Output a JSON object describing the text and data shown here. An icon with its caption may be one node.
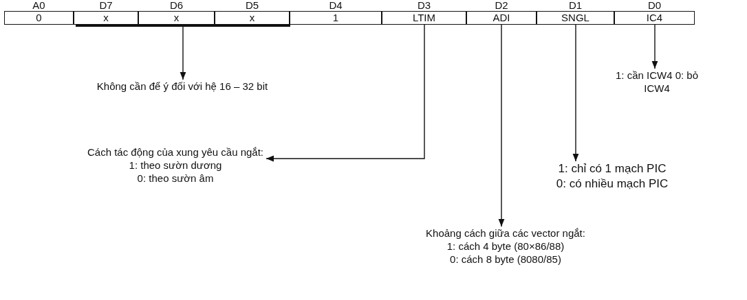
{
  "diagram": {
    "nodes": [
      {
        "text": [
          "A0",
          "0"
        ]
      },
      {
        "text": [
          "D7",
          "x"
        ]
      },
      {
        "text": [
          "D6",
          "x"
        ]
      },
      {
        "text": [
          "D5",
          "x"
        ]
      },
      {
        "text": [
          "D4",
          "1"
        ]
      },
      {
        "text": [
          "D3",
          "LTIM"
        ]
      },
      {
        "text": [
          "D2",
          "ADI"
        ]
      },
      {
        "text": [
          "D1",
          "SNGL"
        ]
      },
      {
        "text": [
          "D0",
          "IC4"
        ]
      },
      {
        "text": [],
        "shape": "bar"
      },
      {
        "text": [
          "Không cần để ý đối với hệ 16 – 32 bit"
        ]
      },
      {
        "text": [
          "1: cần ICW4 0: bỏ ICW4"
        ]
      },
      {
        "text": [
          "Cách tác động của xung yêu cầu ngắt:",
          "1: theo sườn dương",
          "0: theo sườn âm"
        ]
      },
      {
        "text": [
          "1: chỉ có 1 mạch PIC",
          "0: có nhiều mạch PIC"
        ]
      },
      {
        "text": [
          "Khoảng cách giữa các vector ngắt:",
          "1: cách 4 byte (80×86/88)",
          "0: cách 8 byte (8080/85)"
        ]
      }
    ],
    "edges": [
      {
        "from": 9,
        "to": 10,
        "arrow": "to"
      },
      {
        "from": 8,
        "to": 11,
        "arrow": "to"
      },
      {
        "from": 5,
        "to": 12,
        "arrow": "to"
      },
      {
        "from": 7,
        "to": 13,
        "arrow": "to"
      },
      {
        "from": 6,
        "to": 14,
        "arrow": "to"
      }
    ]
  }
}
